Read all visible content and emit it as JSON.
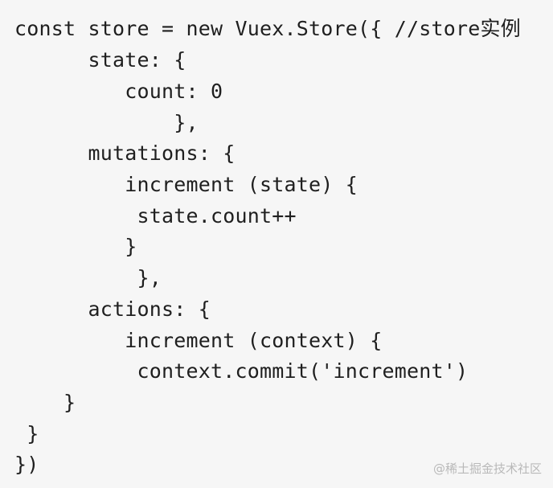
{
  "code": {
    "lines": [
      "const store = new Vuex.Store({ //store实例",
      "      state: {",
      "         count: 0",
      "             },",
      "      mutations: {",
      "         increment (state) {",
      "          state.count++",
      "         }",
      "          },",
      "      actions: {",
      "         increment (context) {",
      "          context.commit('increment')",
      "    }",
      " }",
      "})"
    ]
  },
  "watermark": {
    "text": "@稀土掘金技术社区"
  }
}
